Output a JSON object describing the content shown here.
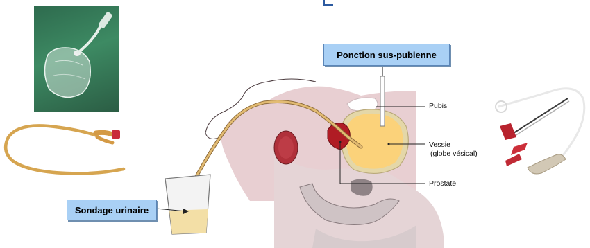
{
  "callouts": {
    "ponction": "Ponction sus-pubienne",
    "sondage": "Sondage urinaire"
  },
  "labels": {
    "pubis": "Pubis",
    "vessie_line1": "Vessie",
    "vessie_line2": "(globe vésical)",
    "prostate": "Prostate"
  },
  "colors": {
    "callout_fill": "#a9d0f5",
    "tissue": "#e8cfd2",
    "bladder": "#fbd27a",
    "prostate": "#b01c24",
    "catheter": "#d9b36a"
  }
}
